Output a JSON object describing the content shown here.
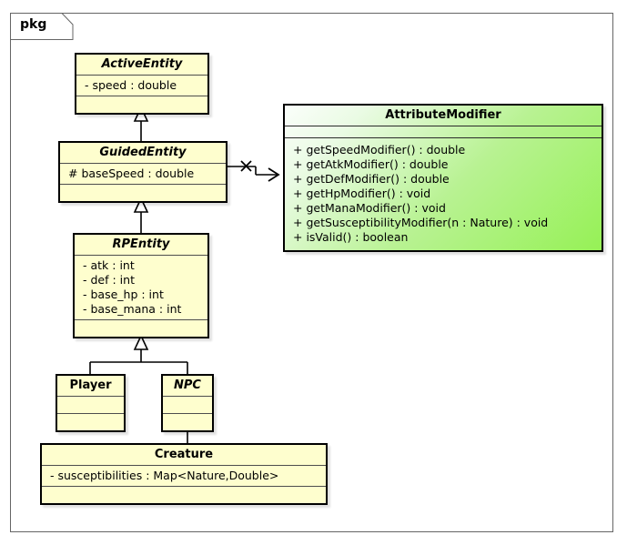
{
  "diagram": {
    "type": "uml-class-diagram",
    "package_label": "pkg",
    "background": "#FFFFFF",
    "frame_border_color": "#656565",
    "class_fill_yellow": "#FEFECE",
    "class_fill_green": "#96F156",
    "line_color": "#000000"
  },
  "classes": {
    "active_entity": {
      "name": "ActiveEntity",
      "abstract": true,
      "fill": "#FEFECE",
      "attributes": [
        "- speed : double"
      ],
      "methods": []
    },
    "guided_entity": {
      "name": "GuidedEntity",
      "abstract": true,
      "fill": "#FEFECE",
      "attributes": [
        "# baseSpeed : double"
      ],
      "methods": []
    },
    "rp_entity": {
      "name": "RPEntity",
      "abstract": true,
      "fill": "#FEFECE",
      "attributes": [
        "- atk : int",
        "- def : int",
        "- base_hp : int",
        "- base_mana : int"
      ],
      "methods": []
    },
    "player": {
      "name": "Player",
      "abstract": false,
      "fill": "#FEFECE",
      "attributes": [],
      "methods": []
    },
    "npc": {
      "name": "NPC",
      "abstract": true,
      "fill": "#FEFECE",
      "attributes": [],
      "methods": []
    },
    "creature": {
      "name": "Creature",
      "abstract": false,
      "fill": "#FEFECE",
      "attributes": [
        "- susceptibilities : Map<Nature,Double>"
      ],
      "methods": []
    },
    "attribute_modifier": {
      "name": "AttributeModifier",
      "abstract": false,
      "fill": "#96F156",
      "attributes": [],
      "methods": [
        "+ getSpeedModifier() : double",
        "+ getAtkModifier() : double",
        "+ getDefModifier() : double",
        "+ getHpModifier() : void",
        "+ getManaModifier() : void",
        "+ getSusceptibilityModifier(n : Nature) : void",
        "+ isValid() : boolean"
      ]
    }
  },
  "relationships": [
    {
      "id": "rel-activeentity-guidedentity",
      "kind": "generalization",
      "from": "GuidedEntity",
      "to": "ActiveEntity",
      "arrow": "hollow-triangle"
    },
    {
      "id": "rel-guidedentity-rpentity",
      "kind": "generalization",
      "from": "RPEntity",
      "to": "GuidedEntity",
      "arrow": "hollow-triangle"
    },
    {
      "id": "rel-rpentity-player",
      "kind": "generalization",
      "from": "Player",
      "to": "RPEntity",
      "arrow": "hollow-triangle"
    },
    {
      "id": "rel-rpentity-npc",
      "kind": "generalization",
      "from": "NPC",
      "to": "RPEntity",
      "arrow": "hollow-triangle"
    },
    {
      "id": "rel-npc-creature",
      "kind": "generalization",
      "from": "Creature",
      "to": "NPC",
      "arrow": "hollow-triangle"
    },
    {
      "id": "rel-guidedentity-attributemodifier",
      "kind": "association",
      "from": "GuidedEntity",
      "to": "AttributeModifier",
      "arrow": "open-arrow",
      "source_decoration": "cross"
    }
  ]
}
